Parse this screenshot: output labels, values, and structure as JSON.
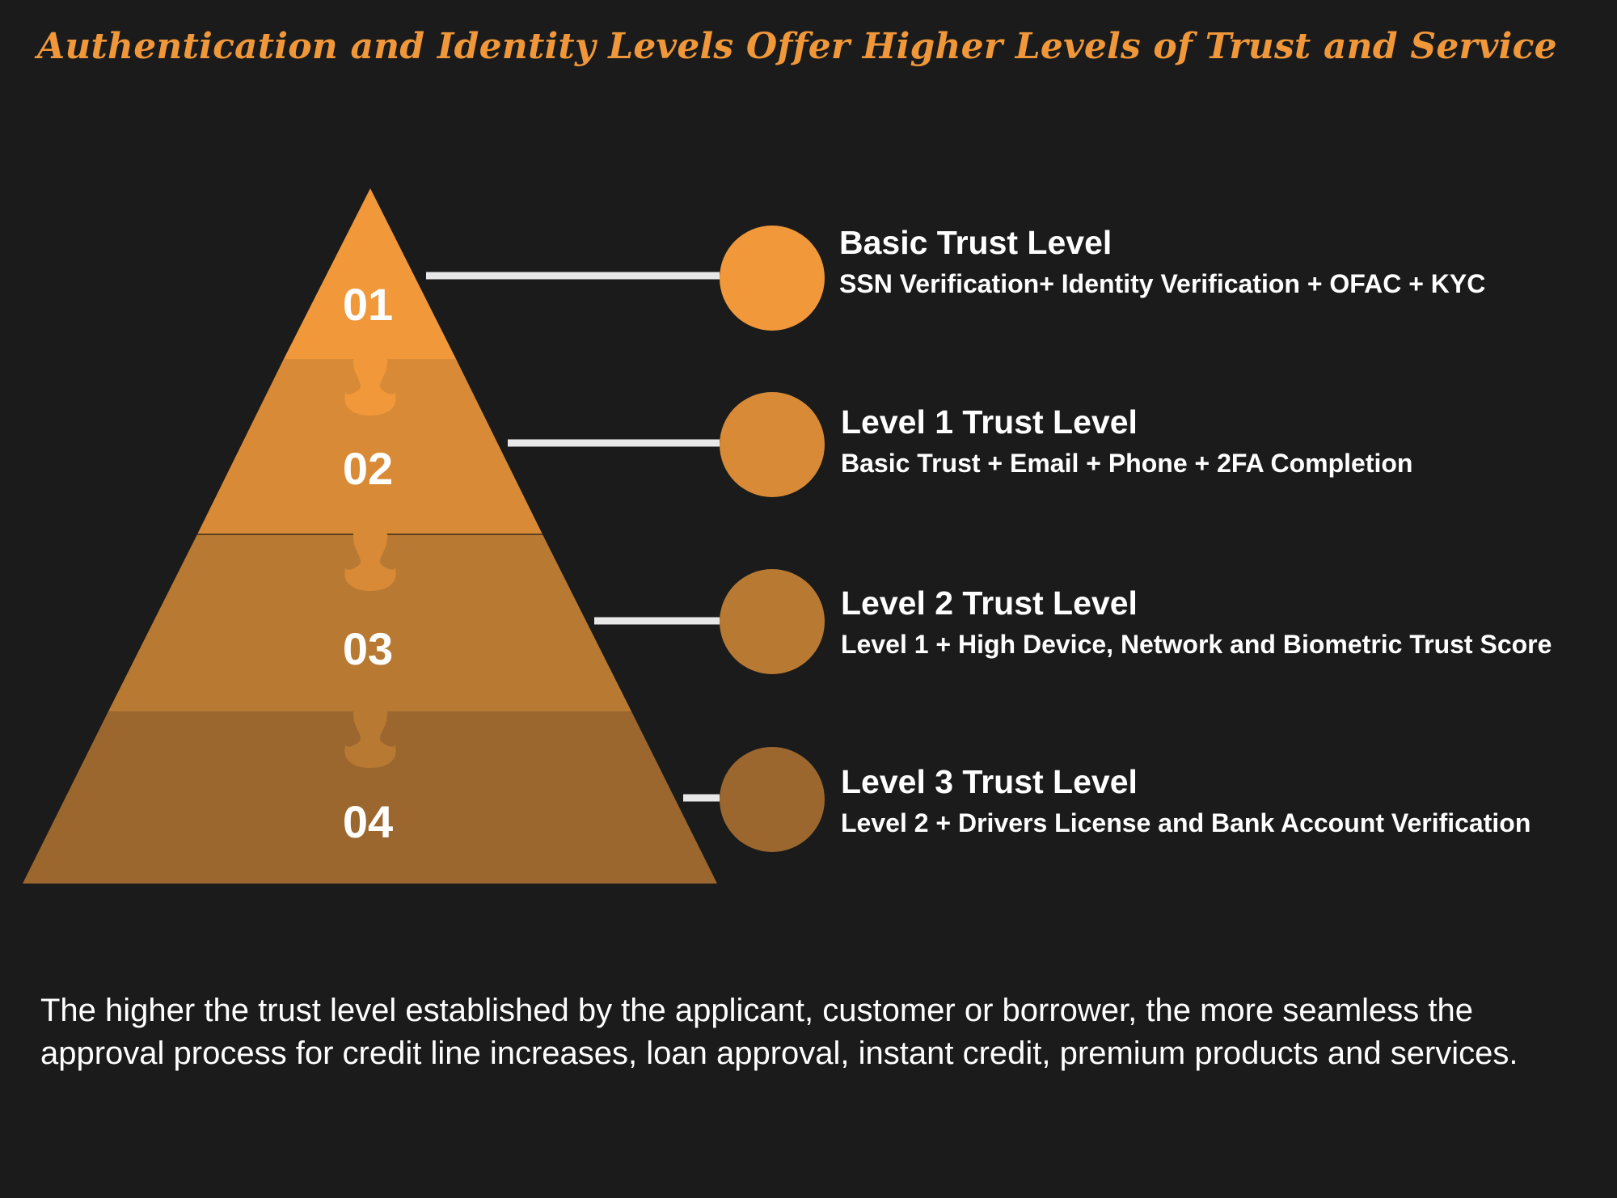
{
  "title": "Authentication and Identity Levels Offer Higher Levels of Trust and Service",
  "colors": {
    "background": "#1a1b1a",
    "title": "#f0973a",
    "text": "#ffffff",
    "connector": "#e8e8e8",
    "level_1": "#f0983a",
    "level_2": "#d88a36",
    "level_3": "#b87932",
    "level_4": "#9b672f"
  },
  "levels": [
    {
      "number": "01",
      "title": "Basic Trust Level",
      "description": "SSN Verification+ Identity Verification + OFAC + KYC",
      "icon": "circle-marker-icon"
    },
    {
      "number": "02",
      "title": "Level 1 Trust Level",
      "description": "Basic Trust + Email + Phone + 2FA Completion",
      "icon": "circle-marker-icon"
    },
    {
      "number": "03",
      "title": "Level 2 Trust Level",
      "description": "Level 1 + High Device, Network and Biometric Trust Score",
      "icon": "circle-marker-icon"
    },
    {
      "number": "04",
      "title": "Level 3 Trust Level",
      "description": "Level 2 + Drivers License and Bank Account Verification",
      "icon": "circle-marker-icon"
    }
  ],
  "footer": "The higher the trust level established by the applicant, customer or borrower, the more seamless the approval process for credit line increases, loan approval, instant credit, premium products and services."
}
